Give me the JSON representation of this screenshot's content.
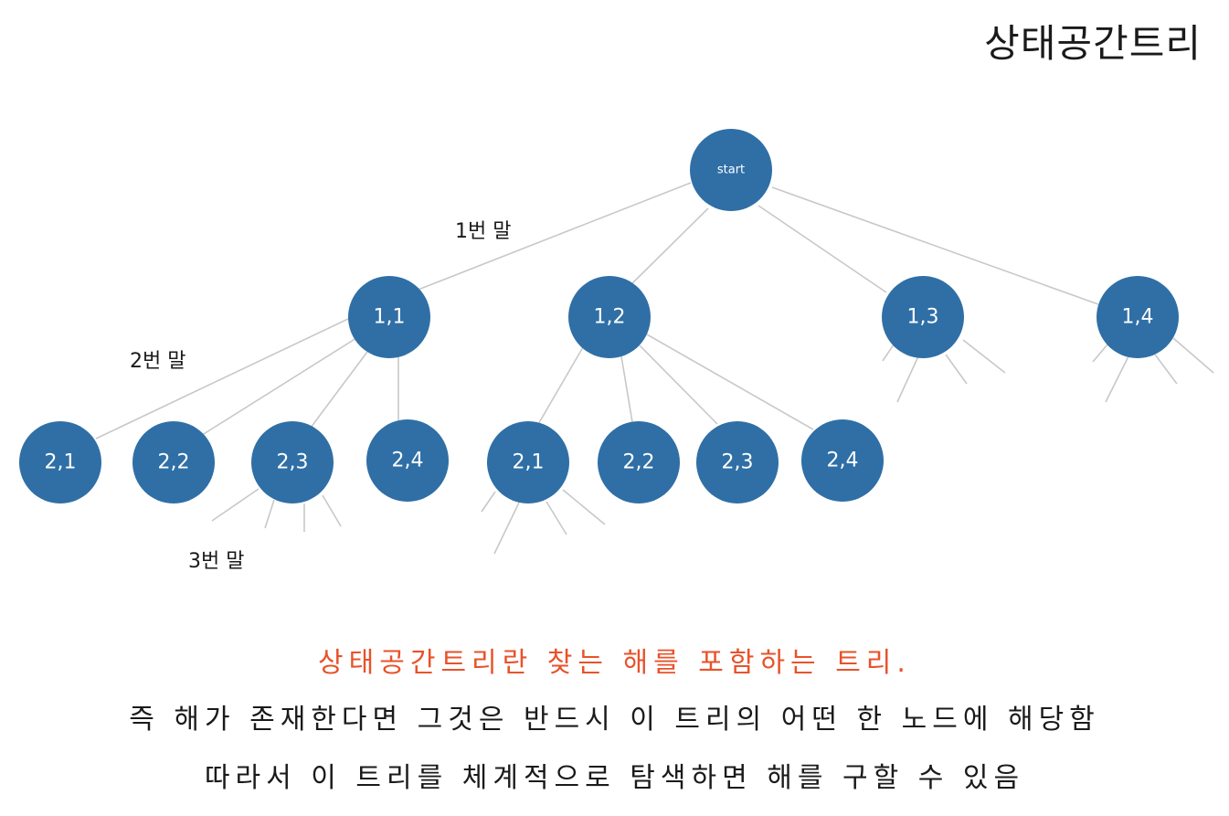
{
  "title": "상태공간트리",
  "tree": {
    "root_label": "start",
    "level1": [
      "1,1",
      "1,2",
      "1,3",
      "1,4"
    ],
    "level2_group_a": [
      "2,1",
      "2,2",
      "2,3",
      "2,4"
    ],
    "level2_group_b": [
      "2,1",
      "2,2",
      "2,3",
      "2,4"
    ],
    "piece_labels": [
      "1번 말",
      "2번 말",
      "3번 말"
    ]
  },
  "caption": {
    "highlight": "상태공간트리란 찾는 해를 포함하는 트리.",
    "line2": "즉 해가 존재한다면 그것은 반드시 이 트리의 어떤 한 노드에 해당함",
    "line3": "따라서 이 트리를 체계적으로 탐색하면 해를 구할 수 있음"
  },
  "colors": {
    "node": "#2f6fa6",
    "edge": "#c8c8c8",
    "highlight_text": "#e8522a"
  }
}
